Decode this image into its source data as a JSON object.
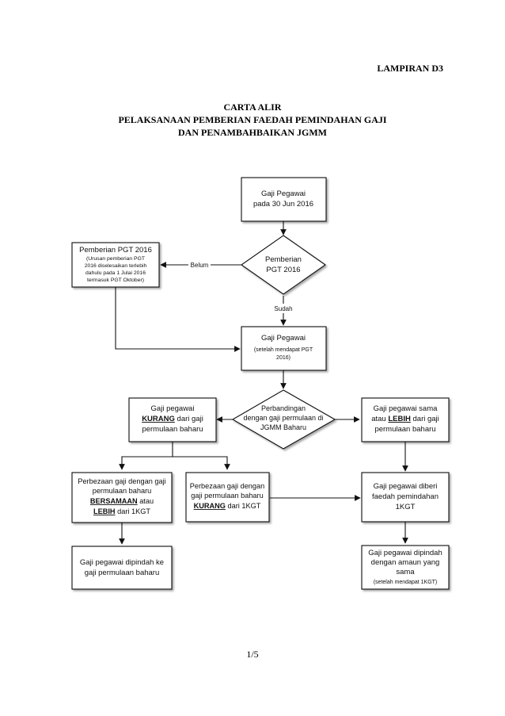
{
  "header": {
    "lampiran": "LAMPIRAN D3",
    "title_line1": "CARTA ALIR",
    "title_line2": "PELAKSANAAN PEMBERIAN FAEDAH PEMINDAHAN GAJI",
    "title_line3": "DAN PENAMBAHBAIKAN JGMM"
  },
  "nodes": {
    "start": [
      "Gaji Pegawai",
      "pada 30 Jun 2016"
    ],
    "decision1": [
      "Pemberian",
      "PGT 2016"
    ],
    "pgt": {
      "title": "Pemberian PGT 2016",
      "lines": [
        "(Urusan pemberian PGT",
        "2016 diselesaikan terlebih",
        "dahulu pada 1 Julai 2016",
        "termasuk PGT Oktober)"
      ]
    },
    "after_pgt": {
      "title": "Gaji Pegawai",
      "lines": [
        "(setelah mendapat PGT",
        "2016)"
      ]
    },
    "decision2": [
      "Perbandingan",
      "dengan gaji permulaan di",
      "JGMM Baharu"
    ],
    "kurang": {
      "l1": "Gaji pegawai",
      "l2_bold": "KURANG",
      "l2_rest": " dari gaji",
      "l3": "permulaan baharu"
    },
    "sama": {
      "l1": "Gaji pegawai sama",
      "l2_pre": "atau ",
      "l2_bold": "LEBIH",
      "l2_rest": " dari gaji",
      "l3": "permulaan baharu"
    },
    "beza_sama": {
      "l1": "Perbezaan gaji dengan gaji",
      "l2": "permulaan baharu",
      "l3_bold": "BERSAMAAN",
      "l3_rest": " atau",
      "l4_bold": "LEBIH",
      "l4_rest": " dari 1KGT"
    },
    "beza_kurang": {
      "l1": "Perbezaan gaji dengan",
      "l2": "gaji permulaan baharu",
      "l3_bold": "KURANG",
      "l3_rest": " dari 1KGT"
    },
    "diberi": [
      "Gaji pegawai diberi",
      "faedah pemindahan",
      "1KGT"
    ],
    "dipindah_ke": [
      "Gaji pegawai dipindah ke",
      "gaji permulaan baharu"
    ],
    "dipindah_amaun": {
      "lines": [
        "Gaji pegawai dipindah",
        "dengan amaun yang",
        "sama"
      ],
      "note": "(setelah mendapat 1KGT)"
    }
  },
  "edges": {
    "belum": "Belum",
    "sudah": "Sudah"
  },
  "footer": {
    "page_number": "1/5"
  }
}
